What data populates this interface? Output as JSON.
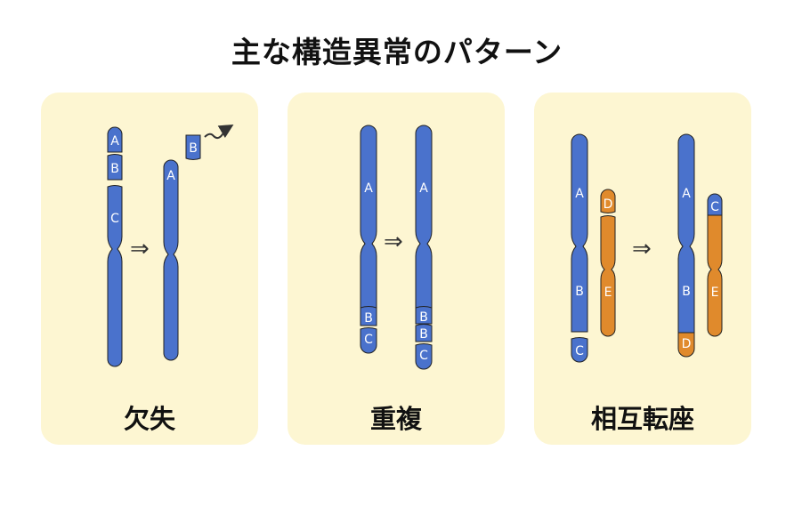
{
  "title": "主な構造異常のパターン",
  "colors": {
    "chromosome_blue": "#4a72cc",
    "chromosome_orange": "#e08a2c",
    "outline": "#222222",
    "panel_bg": "#fdf6d2"
  },
  "arrow_symbol": "⇒",
  "panels": [
    {
      "name": "欠失",
      "before": [
        "A",
        "B",
        "C"
      ],
      "after": [
        "A"
      ],
      "lost_segment": "B"
    },
    {
      "name": "重複",
      "before": [
        "A",
        "B",
        "C"
      ],
      "after": [
        "A",
        "B",
        "B",
        "C"
      ]
    },
    {
      "name": "相互転座",
      "before_blue": [
        "A",
        "B",
        "C"
      ],
      "before_orange": [
        "D",
        "E"
      ],
      "after_blue": [
        "A",
        "B",
        "D"
      ],
      "after_orange": [
        "C",
        "E"
      ]
    }
  ]
}
